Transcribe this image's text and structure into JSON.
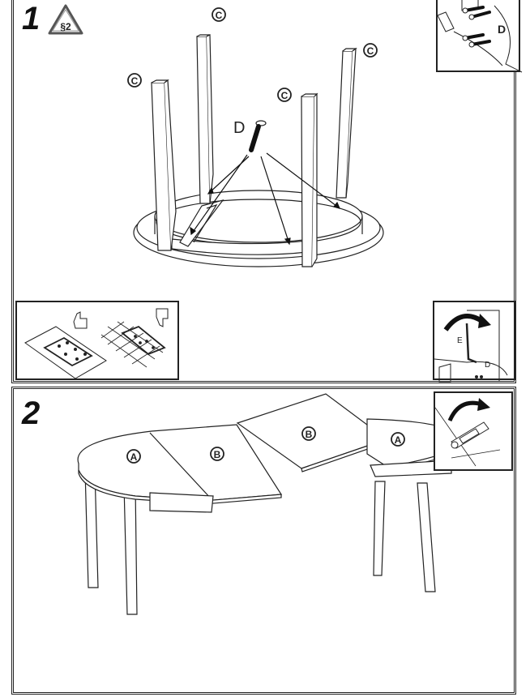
{
  "document": {
    "type": "assembly-instructions",
    "subject": "extendable oval dining table"
  },
  "steps": [
    {
      "number": "1",
      "warning_badge": "§2",
      "parts": {
        "leg_label": "C",
        "screw_label": "D",
        "tool_label": "E"
      },
      "insets": [
        {
          "name": "screw-detail",
          "label": "D"
        },
        {
          "name": "surface-advice",
          "good": "thumbs-up",
          "bad": "thumbs-down"
        },
        {
          "name": "allen-key-detail",
          "tool_label": "E",
          "screw_label": "D"
        }
      ]
    },
    {
      "number": "2",
      "parts": {
        "end_label": "A",
        "leaf_label": "B"
      },
      "insets": [
        {
          "name": "latch-detail"
        }
      ]
    }
  ]
}
